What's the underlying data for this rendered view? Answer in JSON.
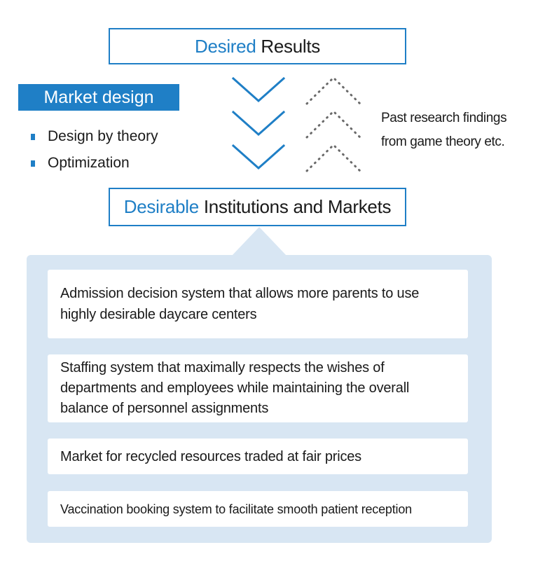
{
  "top_box": {
    "accent": "Desired",
    "rest": " Results"
  },
  "bottom_box": {
    "accent": "Desirable",
    "rest": " Institutions and Markets"
  },
  "market_design": {
    "label": "Market design",
    "items": [
      "Design by theory",
      "Optimization"
    ]
  },
  "past_research": {
    "line1": "Past research findings",
    "line2": "from game theory etc."
  },
  "examples": [
    "Admission decision system that allows more parents to use highly desirable daycare centers",
    "Staffing system that maximally respects the wishes of departments and employees while maintaining the overall balance of personnel assignments",
    "Market for recycled resources traded at fair prices",
    "Vaccination booking system to facilitate smooth patient reception"
  ],
  "colors": {
    "accent": "#1f7fc6",
    "panel": "#d8e6f3",
    "dots": "#6a6a6a"
  },
  "icons": {
    "down_chevrons": "chevron-down-icon",
    "up_dotted_chevrons": "dotted-chevron-up-icon",
    "bullet": "square-bullet-icon"
  }
}
